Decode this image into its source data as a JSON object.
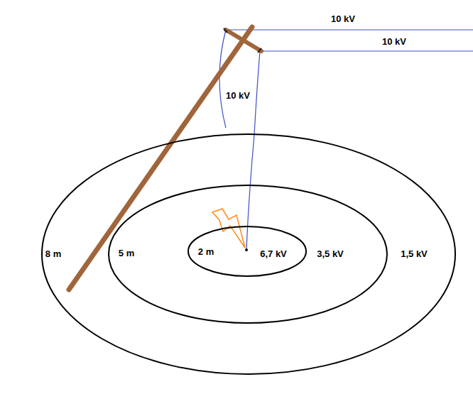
{
  "diagram": {
    "nodes": [
      {
        "text": [
          "8 m",
          "1,5 kV"
        ]
      },
      {
        "text": [
          "5 m",
          "3,5 kV"
        ],
        "in": 0
      },
      {
        "text": [
          "2 m",
          "6,7 kV"
        ],
        "in": 1
      }
    ],
    "labels": [
      "10 kV",
      "10 kV",
      "10 kV"
    ]
  }
}
